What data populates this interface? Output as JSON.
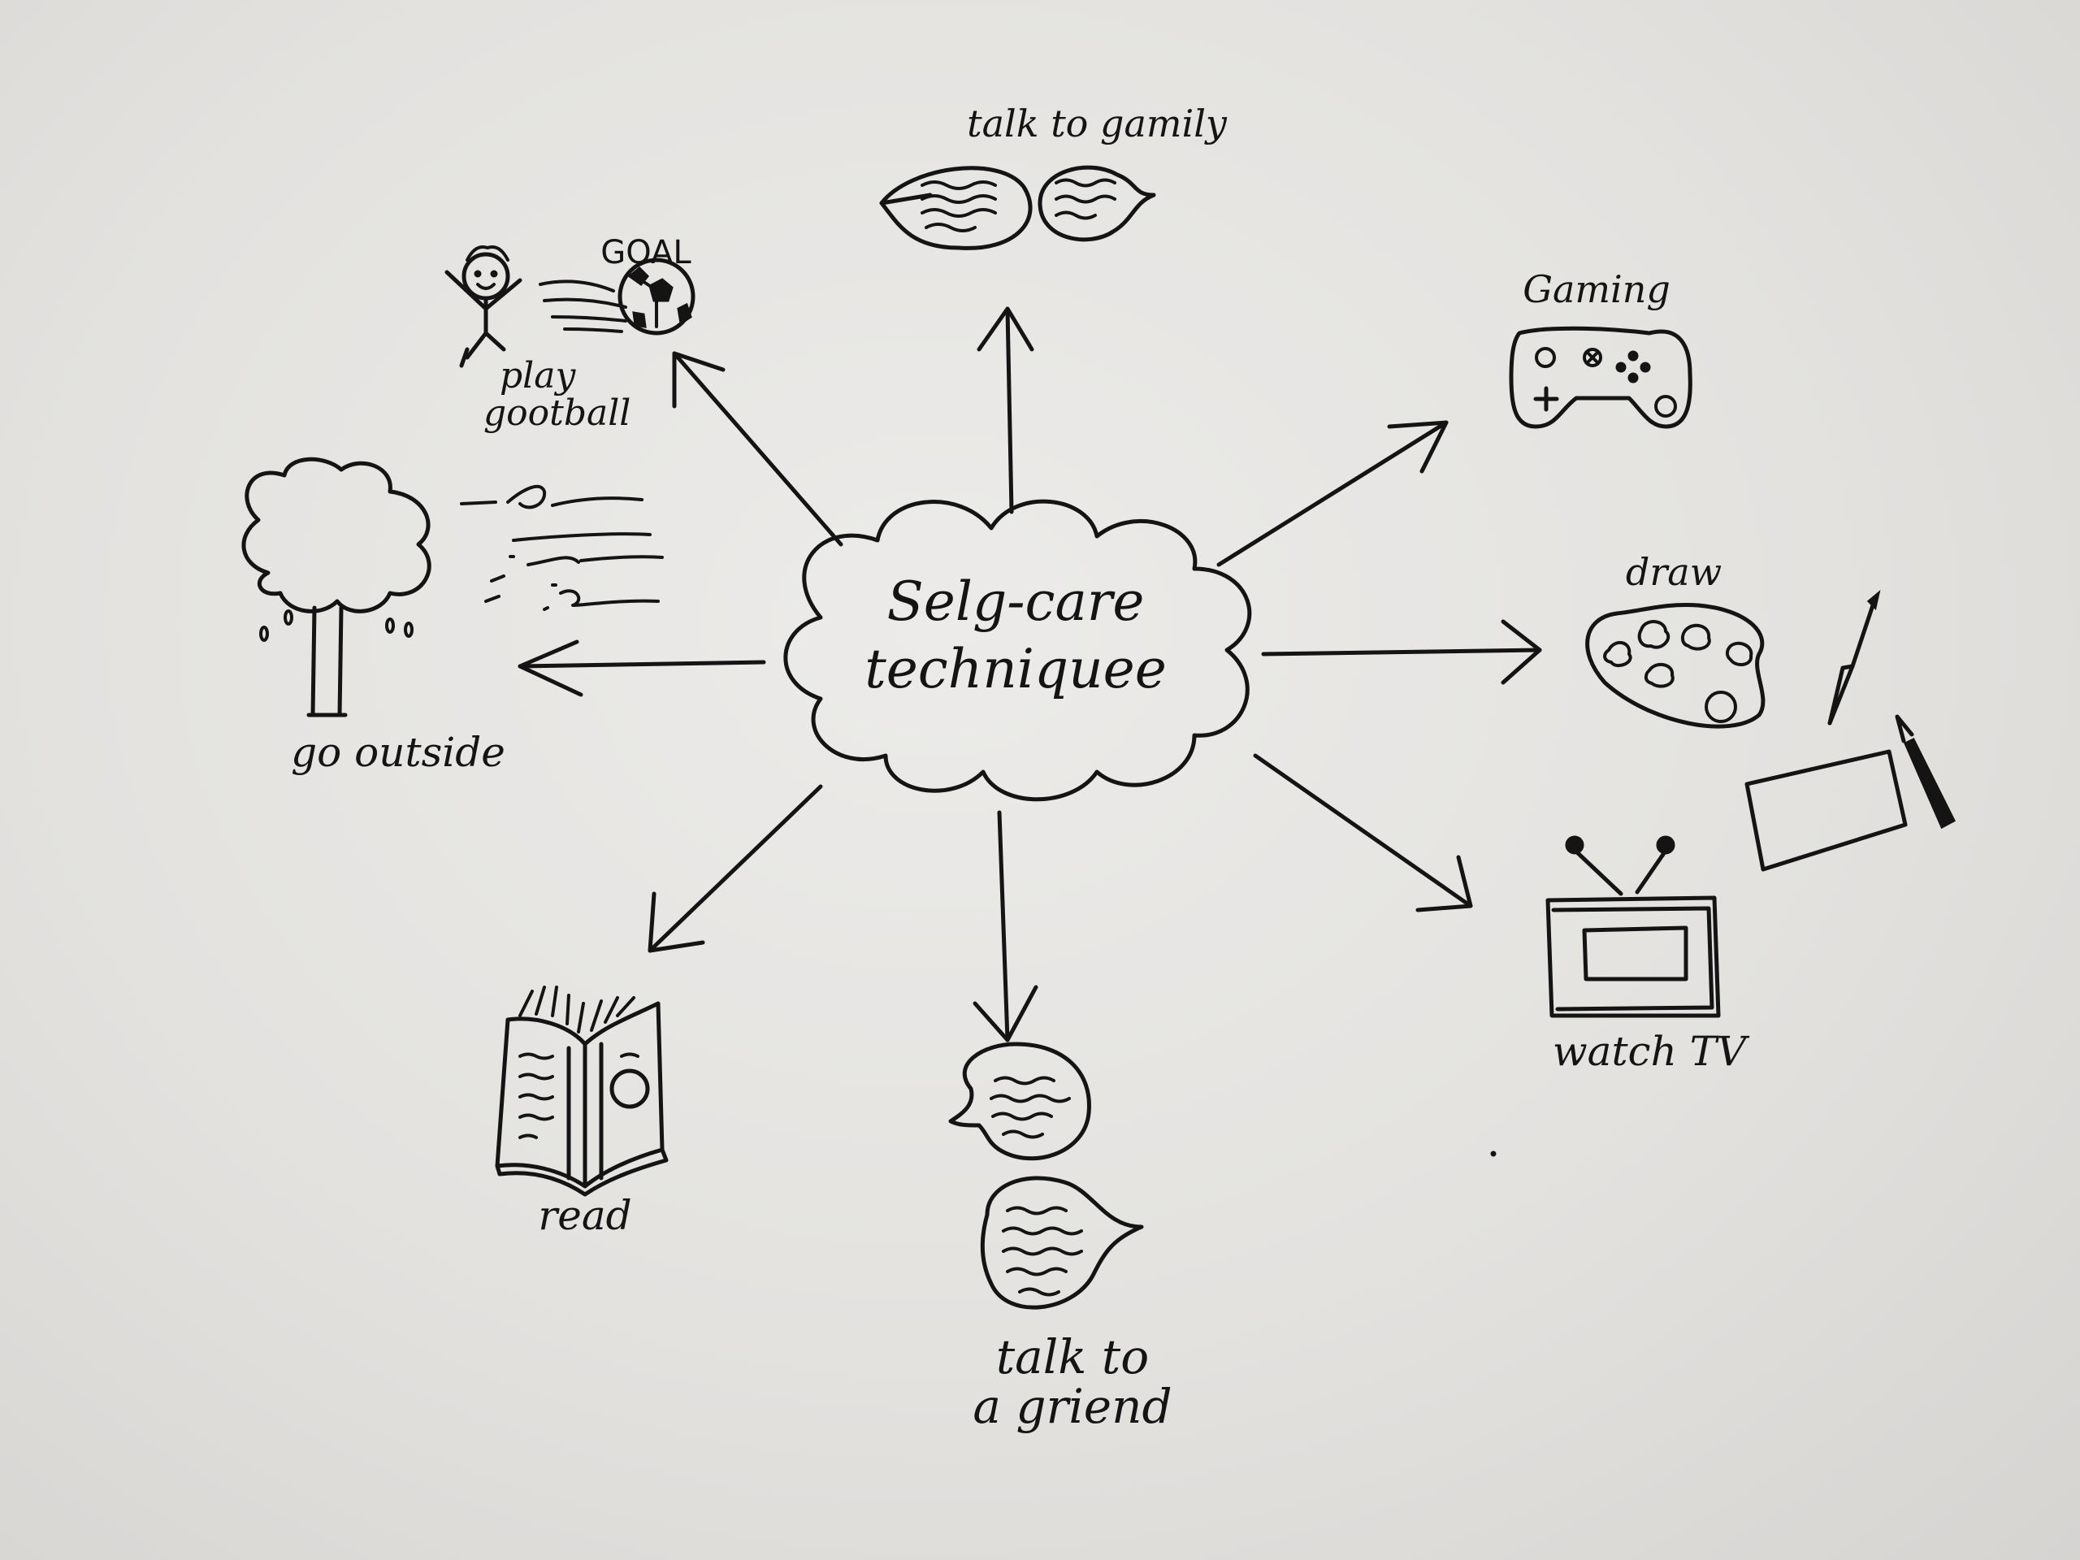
{
  "center": {
    "line1": "Selg-care",
    "line2": "techniquee"
  },
  "nodes": {
    "talk_to_family": "talk to gamily",
    "goal": "GOAL",
    "play_football_line1": "play",
    "play_football_line2": "gootball",
    "gaming": "Gaming",
    "draw": "draw",
    "go_outside": "go outside",
    "watch_tv": "watch TV",
    "read": "read",
    "talk_to_friend_line1": "talk to",
    "talk_to_friend_line2": "a griend"
  },
  "colors": {
    "ink": "#141414",
    "paper": "#e6e5e2"
  }
}
